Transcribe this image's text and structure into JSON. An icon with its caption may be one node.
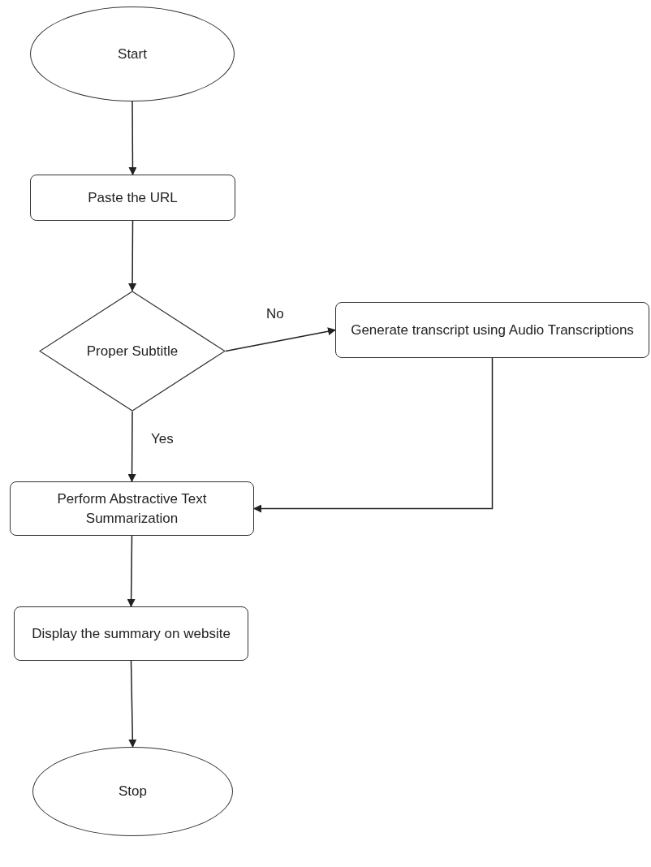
{
  "diagram": {
    "nodes": [
      {
        "text": [
          "Start"
        ]
      },
      {
        "text": [
          "Paste the URL"
        ]
      },
      {
        "text": [
          "Proper Subtitle"
        ]
      },
      {
        "text": [
          "Generate transcript using Audio Transcriptions"
        ]
      },
      {
        "text": [
          "Perform Abstractive Text Summarization"
        ]
      },
      {
        "text": [
          "Display the summary on website"
        ]
      },
      {
        "text": [
          "Stop"
        ]
      }
    ],
    "edges": [
      {
        "from": 0,
        "to": 1,
        "arrow": "to"
      },
      {
        "from": 1,
        "to": 2,
        "arrow": "to"
      },
      {
        "from": 2,
        "to": 3,
        "arrow": "to",
        "label": "No"
      },
      {
        "from": 2,
        "to": 4,
        "arrow": "to",
        "label": "Yes"
      },
      {
        "from": 3,
        "to": 4,
        "arrow": "to"
      },
      {
        "from": 4,
        "to": 5,
        "arrow": "to"
      },
      {
        "from": 5,
        "to": 6,
        "arrow": "to"
      }
    ]
  }
}
